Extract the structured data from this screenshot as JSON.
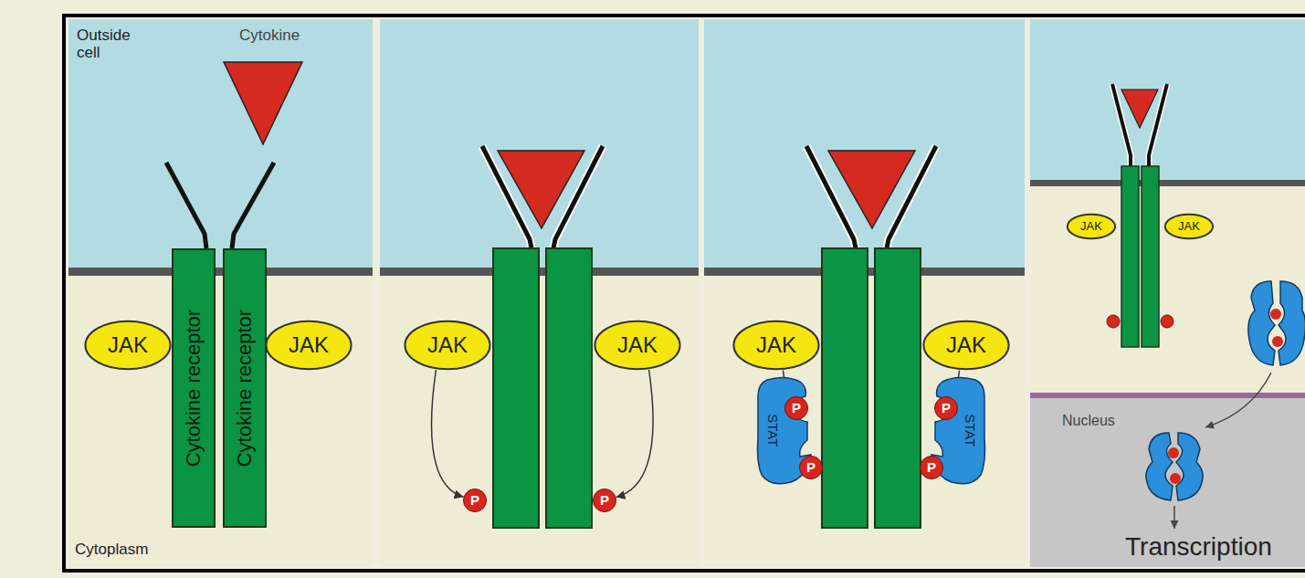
{
  "diagram": {
    "nodes": [
      {
        "text": [
          "JAK"
        ]
      },
      {
        "text": [
          "Cytokine receptor"
        ]
      },
      {
        "text": [
          "Cytokine receptor"
        ]
      },
      {
        "text": [
          "JAK"
        ]
      },
      {
        "text": [
          "JAK"
        ]
      },
      {
        "text": [
          "JAK"
        ]
      },
      {
        "text": [
          "P"
        ]
      },
      {
        "text": [
          "P"
        ]
      },
      {
        "text": [
          "JAK"
        ]
      },
      {
        "text": [
          "JAK"
        ]
      },
      {
        "text": [
          "STAT"
        ]
      },
      {
        "text": [
          "STAT"
        ]
      },
      {
        "text": [
          "P"
        ]
      },
      {
        "text": [
          "P"
        ]
      },
      {
        "text": [
          "P"
        ]
      },
      {
        "text": [
          "P"
        ]
      },
      {
        "text": [
          "JAK"
        ]
      },
      {
        "text": [
          "JAK"
        ]
      }
    ],
    "edges": [
      {
        "from": 4,
        "to": 6,
        "arrow": "to"
      },
      {
        "from": 5,
        "to": 7,
        "arrow": "to"
      },
      {
        "from": 8,
        "to": 12,
        "arrow": "to"
      },
      {
        "from": 9,
        "to": 14,
        "arrow": "to"
      }
    ],
    "labels": [
      "Outside cell",
      "Cytokine",
      "Cytoplasm",
      "Nucleus",
      "Transcription"
    ]
  }
}
